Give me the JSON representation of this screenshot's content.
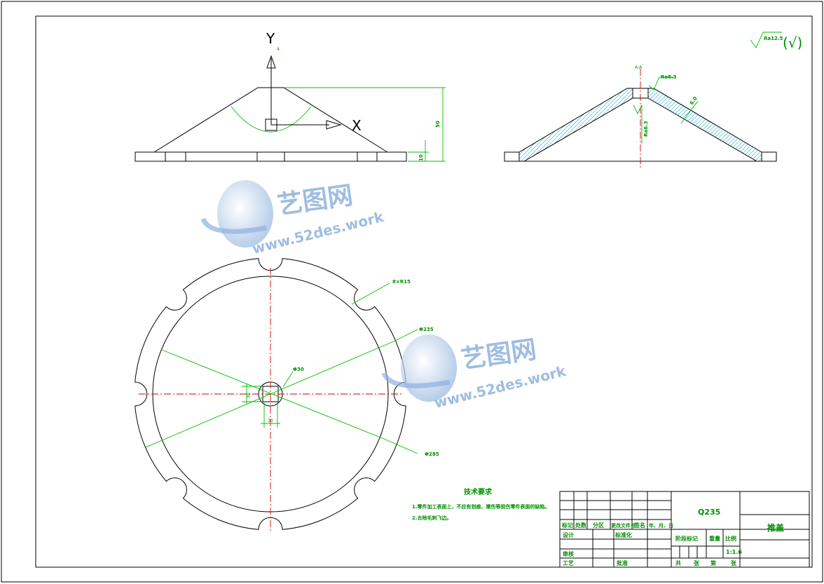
{
  "front_view": {
    "axis_y": "Y",
    "axis_x": "X",
    "dim_height": "50",
    "dim_base": "10",
    "dim_small": "4"
  },
  "section_view": {
    "section_label": "A-A",
    "roughness_top": "Ra6.3",
    "thickness": "6.0",
    "roughness_side": "Ra6.3"
  },
  "surface_finish": {
    "symbol_text": "Ra12.5",
    "other_mark": "(√)"
  },
  "plan_view": {
    "notch_label": "8×R15",
    "outer_dia": "Φ235",
    "hole_dia": "Φ30",
    "inner_dia": "Φ285",
    "bottom_dim": "30",
    "left_dim": "30"
  },
  "technical_requirements": {
    "title": "技术要求",
    "items": [
      "1.零件加工表面上，不应有划痕、擦伤等损伤零件表面的缺陷。",
      "2.去除毛刺飞边。"
    ]
  },
  "title_block": {
    "material": "Q235",
    "part_name": "推盖",
    "scale": "1:1.6",
    "labels": {
      "mark": "标记",
      "count": "处数",
      "zone": "分区",
      "change_doc": "更改文件号",
      "signature": "签名",
      "date": "年、月、日",
      "design": "设计",
      "standardize": "标准化",
      "stage_mark": "阶段标记",
      "weight": "重量",
      "scale": "比例",
      "review": "审核",
      "process": "工艺",
      "approve": "批准",
      "total": "共",
      "sheet": "张",
      "page": "第",
      "page_unit": "张"
    }
  },
  "watermark": {
    "brand": "艺图网",
    "url": "www.52des.work"
  }
}
